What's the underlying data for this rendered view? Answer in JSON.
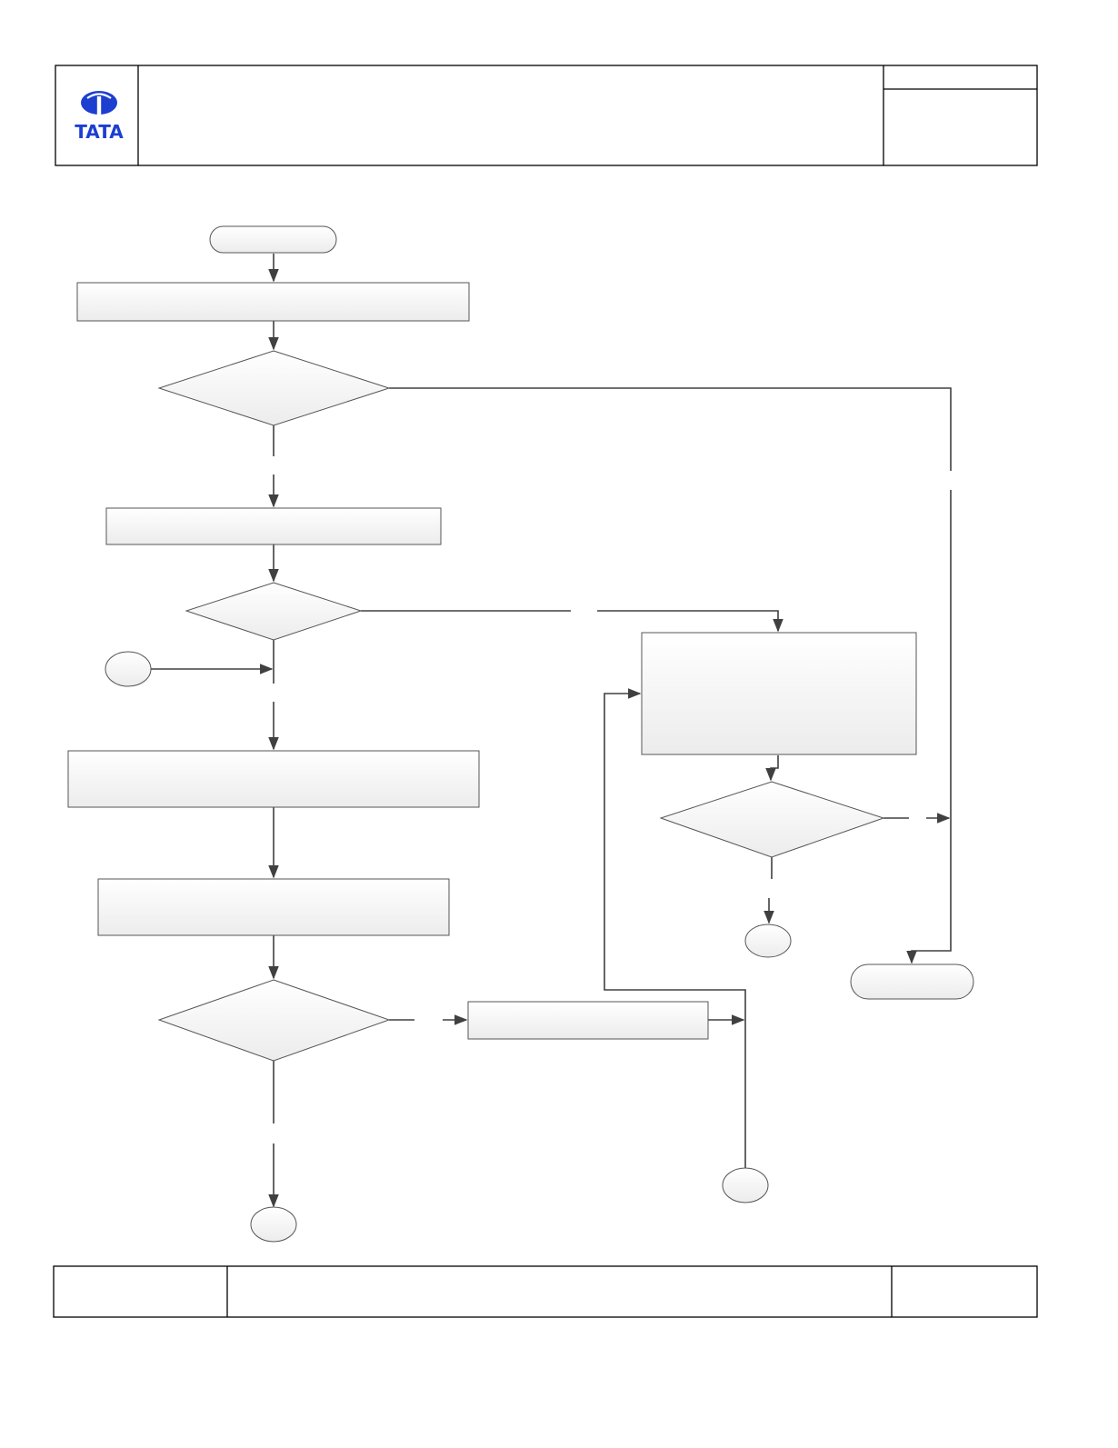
{
  "header": {
    "logo": {
      "icon": "tata-logo-icon",
      "text": "TATA",
      "color": "#1c3fd0"
    },
    "title": "",
    "doc_ref_top": "",
    "doc_ref_bottom": ""
  },
  "footer": {
    "left": "",
    "center": "",
    "right": ""
  },
  "flowchart": {
    "nodes": [
      {
        "id": "start-terminal",
        "type": "terminal",
        "label": ""
      },
      {
        "id": "process-1",
        "type": "process",
        "label": ""
      },
      {
        "id": "decision-1",
        "type": "decision",
        "label": ""
      },
      {
        "id": "process-2",
        "type": "process",
        "label": ""
      },
      {
        "id": "decision-2",
        "type": "decision",
        "label": ""
      },
      {
        "id": "connector-in-left",
        "type": "connector",
        "label": ""
      },
      {
        "id": "process-3",
        "type": "process",
        "label": ""
      },
      {
        "id": "process-4",
        "type": "process",
        "label": ""
      },
      {
        "id": "decision-3",
        "type": "decision",
        "label": ""
      },
      {
        "id": "process-5",
        "type": "process",
        "label": ""
      },
      {
        "id": "connector-bottom-left",
        "type": "connector",
        "label": ""
      },
      {
        "id": "connector-bottom-right",
        "type": "connector",
        "label": ""
      },
      {
        "id": "process-6",
        "type": "process",
        "label": ""
      },
      {
        "id": "decision-4",
        "type": "decision",
        "label": ""
      },
      {
        "id": "connector-right",
        "type": "connector",
        "label": ""
      },
      {
        "id": "end-terminal",
        "type": "terminal",
        "label": ""
      }
    ],
    "colors": {
      "stroke": "#555555",
      "fill_top": "#ffffff",
      "fill_bottom": "#ececec",
      "line": "#404040"
    }
  }
}
